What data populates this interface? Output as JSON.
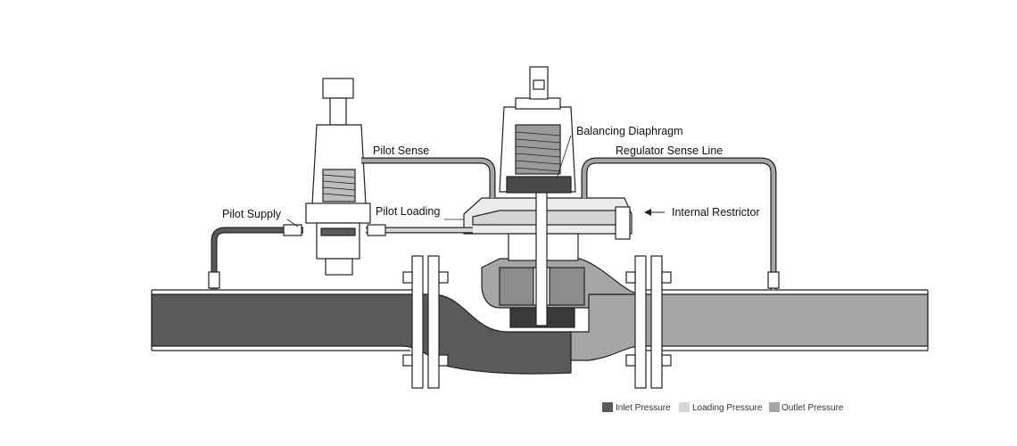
{
  "labels": {
    "pilot_sense": "Pilot Sense",
    "pilot_supply": "Pilot Supply",
    "pilot_loading": "Pilot Loading",
    "balancing_diaphragm": "Balancing Diaphragm",
    "regulator_sense_line": "Regulator Sense Line",
    "internal_restrictor": "Internal Restrictor"
  },
  "legend": [
    {
      "label": "Inlet Pressure",
      "color": "#5a5a5a"
    },
    {
      "label": "Loading Pressure",
      "color": "#d6d6d6"
    },
    {
      "label": "Outlet Pressure",
      "color": "#a6a6a6"
    }
  ],
  "colors": {
    "inlet": "#5a5a5a",
    "loading": "#d6d6d6",
    "outlet": "#a6a6a6",
    "outline": "#222222"
  }
}
